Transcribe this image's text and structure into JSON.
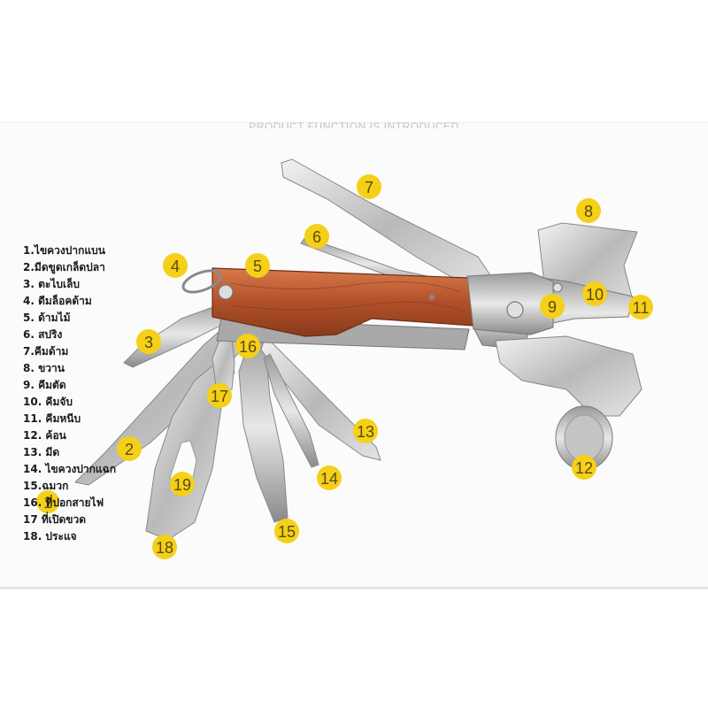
{
  "heading": "PRODUCT FUNCTION IS INTRODUCED",
  "colors": {
    "marker": "#f5d018",
    "handle_wood": "#b8542a",
    "steel": "#cfcfcf"
  },
  "legend": [
    "1.ไขควงปากแบน",
    "2.มีดขูดเกล็ดปลา",
    "3. ตะไบเล็บ",
    "4. ดีมล็อคด้าม",
    "5. ด้ามไม้",
    "6. สปริง",
    "7.คีมด้าม",
    "8. ขวาน",
    "9. คีมตัด",
    "10. คีมจับ",
    "11. คีมหนีบ",
    "12. ค้อน",
    "13. มีด",
    "14. ไขควงปากแฉก",
    "15.ฉมวก",
    "16. ที่ปอกสายไฟ",
    "17 ที่เปิดขวด",
    "18. ประแจ"
  ],
  "markers": [
    "1",
    "2",
    "3",
    "4",
    "5",
    "6",
    "7",
    "8",
    "9",
    "10",
    "11",
    "12",
    "13",
    "14",
    "15",
    "16",
    "17",
    "18",
    "19"
  ]
}
